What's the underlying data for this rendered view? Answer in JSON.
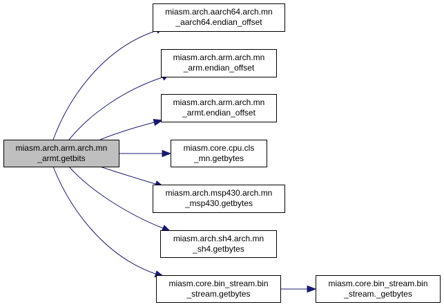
{
  "diagram": {
    "type": "call-graph",
    "colors": {
      "edge": "#191970",
      "root_fill": "#bfbfbf",
      "node_fill": "#ffffff",
      "border": "#000000"
    },
    "nodes": [
      {
        "id": "root",
        "lines": [
          "miasm.arch.arm.arch.mn",
          "_armt.getbits"
        ],
        "highlighted": true
      },
      {
        "id": "n1",
        "lines": [
          "miasm.arch.aarch64.arch.mn",
          "_aarch64.endian_offset"
        ]
      },
      {
        "id": "n2",
        "lines": [
          "miasm.arch.arm.arch.mn",
          "_arm.endian_offset"
        ]
      },
      {
        "id": "n3",
        "lines": [
          "miasm.arch.arm.arch.mn",
          "_armt.endian_offset"
        ]
      },
      {
        "id": "n4",
        "lines": [
          "miasm.core.cpu.cls",
          "_mn.getbytes"
        ]
      },
      {
        "id": "n5",
        "lines": [
          "miasm.arch.msp430.arch.mn",
          "_msp430.getbytes"
        ]
      },
      {
        "id": "n6",
        "lines": [
          "miasm.arch.sh4.arch.mn",
          "_sh4.getbytes"
        ]
      },
      {
        "id": "n7",
        "lines": [
          "miasm.core.bin_stream.bin",
          "_stream.getbytes"
        ]
      },
      {
        "id": "n8",
        "lines": [
          "miasm.core.bin_stream.bin",
          "_stream._getbytes"
        ]
      }
    ],
    "edges": [
      {
        "from": "root",
        "to": "n1"
      },
      {
        "from": "root",
        "to": "n2"
      },
      {
        "from": "root",
        "to": "n3"
      },
      {
        "from": "root",
        "to": "n4"
      },
      {
        "from": "root",
        "to": "n5"
      },
      {
        "from": "root",
        "to": "n6"
      },
      {
        "from": "root",
        "to": "n7"
      },
      {
        "from": "n7",
        "to": "n8"
      }
    ]
  }
}
